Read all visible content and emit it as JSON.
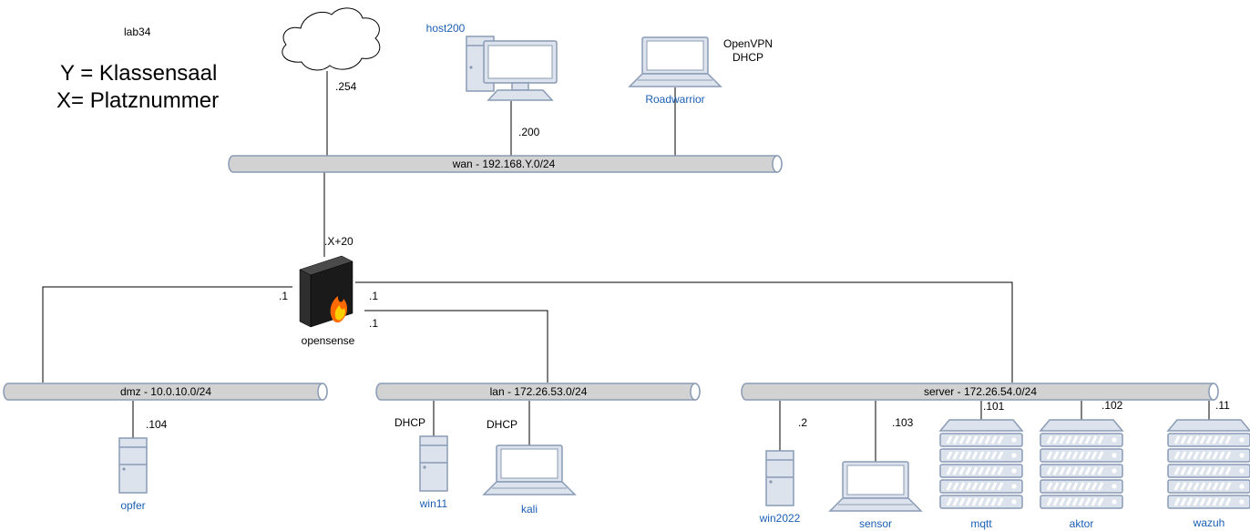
{
  "header": {
    "lab": "lab34",
    "legend_y": "Y = Klassensaal",
    "legend_x": "X= Platznummer"
  },
  "internet": {
    "addr": ".254"
  },
  "host200": {
    "name": "host200",
    "addr": ".200"
  },
  "roadwarrior": {
    "name": "Roadwarrior",
    "note1": "OpenVPN",
    "note2": "DHCP"
  },
  "firewall": {
    "name": "opensense",
    "wan_addr": ".X+20",
    "dmz_addr": ".1",
    "server_addr": ".1",
    "lan_addr": ".1"
  },
  "networks": {
    "wan": "wan -  192.168.Y.0/24",
    "dmz": "dmz -  10.0.10.0/24",
    "lan": "lan -  172.26.53.0/24",
    "server": "server -  172.26.54.0/24"
  },
  "opfer": {
    "name": "opfer",
    "addr": ".104"
  },
  "win11": {
    "name": "win11",
    "addr": "DHCP"
  },
  "kali": {
    "name": "kali",
    "addr": "DHCP"
  },
  "win2022": {
    "name": "win2022",
    "addr": ".2"
  },
  "sensor": {
    "name": "sensor",
    "addr": ".103"
  },
  "mqtt": {
    "name": "mqtt",
    "addr": ".101"
  },
  "aktor": {
    "name": "aktor",
    "addr": ".102"
  },
  "wazuh": {
    "name": "wazuh",
    "addr": ".11"
  },
  "colors": {
    "device_fill": "#dde3ec",
    "device_stroke": "#8a9bb5",
    "bus_fill": "#d2d2d2",
    "label_blue": "#1a5fb4"
  }
}
